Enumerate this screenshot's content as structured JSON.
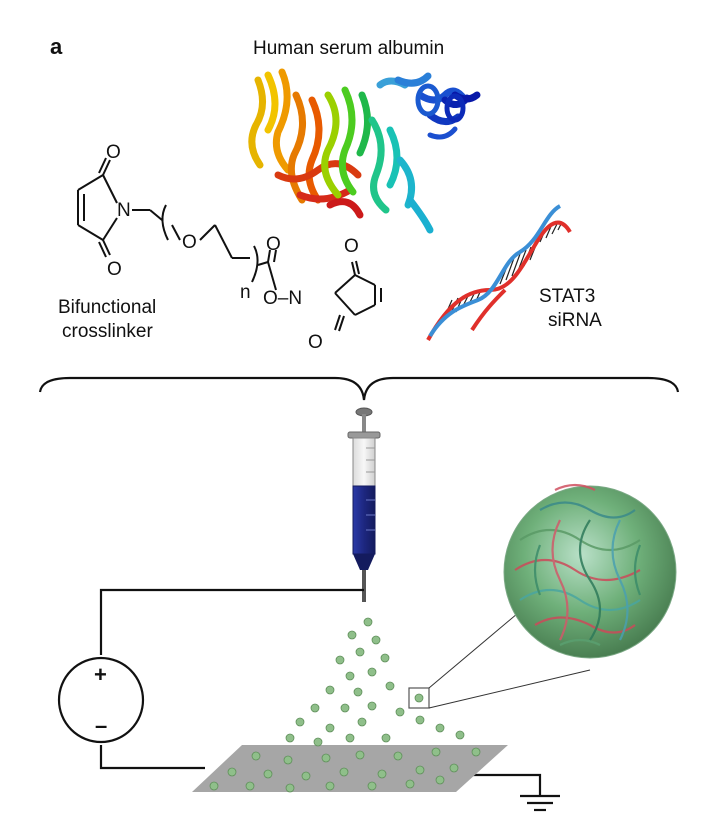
{
  "panel_label": "a",
  "protein": {
    "label": "Human serum albumin"
  },
  "crosslinker": {
    "label_line1": "Bifunctional",
    "label_line2": "crosslinker",
    "atoms": {
      "o_top": "O",
      "n_left": "N",
      "o_bottom": "O",
      "o_ether": "O",
      "o_carbonyl": "O",
      "subscript_n": "n",
      "o_n_link": "O–N",
      "o_right_top": "O",
      "o_right_bottom": "O"
    }
  },
  "sirna": {
    "label_line1": "STAT3",
    "label_line2": "siRNA"
  },
  "power_supply": {
    "plus": "+",
    "minus": "–"
  },
  "colors": {
    "syringe_fluid": "#1f2a8a",
    "collector_plate": "#a6a6a6",
    "particle": "#8fbf8a",
    "dna_red": "#e0302b",
    "dna_blue": "#3b8fd6"
  }
}
